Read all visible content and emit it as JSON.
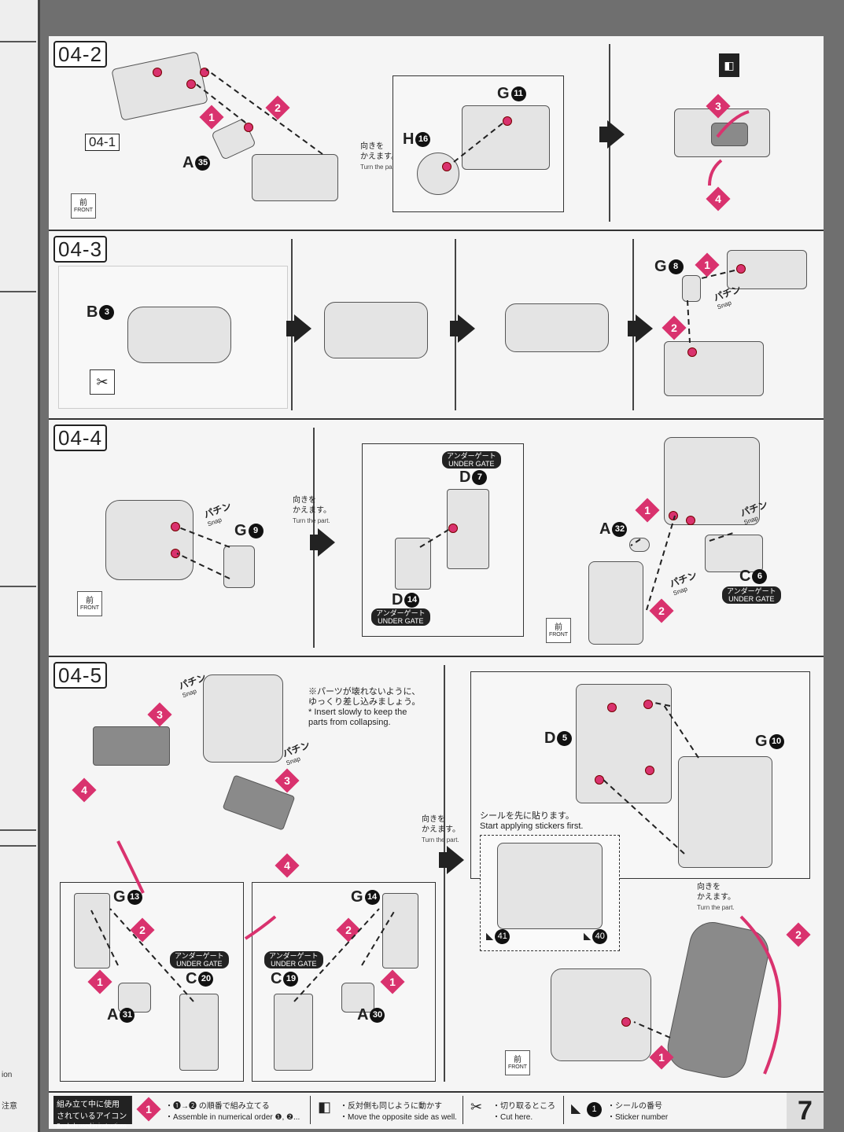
{
  "steps": {
    "s042": {
      "num": "04-2",
      "ref": "04-1",
      "a": "A",
      "a_no": "35",
      "h": "H",
      "h_no": "16",
      "g": "G",
      "g_no": "11",
      "turn_jp": "向きを\nかえます。",
      "turn_en": "Turn the part.",
      "step1": "1",
      "step2": "2",
      "step3": "3",
      "step4": "4",
      "front": "FRONT",
      "front_jp": "前"
    },
    "s043": {
      "num": "04-3",
      "b": "B",
      "b_no": "3",
      "g": "G",
      "g_no": "8",
      "step1": "1",
      "step2": "2",
      "snap_jp": "パチン",
      "snap_en": "Snap"
    },
    "s044": {
      "num": "04-4",
      "g": "G",
      "g_no": "9",
      "d1": "D",
      "d1_no": "7",
      "d2": "D",
      "d2_no": "14",
      "a": "A",
      "a_no": "32",
      "c": "C",
      "c_no": "6",
      "turn_jp": "向きを\nかえます。",
      "turn_en": "Turn the part.",
      "gate_jp": "アンダーゲート",
      "gate_en": "UNDER GATE",
      "snap_jp": "パチン",
      "snap_en": "Snap",
      "step1": "1",
      "step2": "2",
      "front": "FRONT",
      "front_jp": "前"
    },
    "s045": {
      "num": "04-5",
      "note_jp": "※パーツが壊れないように、\nゆっくり差し込みましょう。",
      "note_en": "* Insert slowly to keep the\nparts from collapsing.",
      "snap_jp": "パチン",
      "snap_en": "Snap",
      "g1": "G",
      "g1_no": "13",
      "g2": "G",
      "g2_no": "14",
      "c1": "C",
      "c1_no": "20",
      "c2": "C",
      "c2_no": "19",
      "a1": "A",
      "a1_no": "31",
      "a2": "A",
      "a2_no": "30",
      "d": "D",
      "d_no": "5",
      "g3": "G",
      "g3_no": "10",
      "sticker_jp": "シールを先に貼ります。",
      "sticker_en": "Start applying stickers first.",
      "turn_jp": "向きを\nかえます。",
      "turn_en": "Turn the part.",
      "st1": "41",
      "st2": "40",
      "gate_jp": "アンダーゲート",
      "gate_en": "UNDER GATE",
      "step1": "1",
      "step2": "2",
      "step3": "3",
      "step4": "4",
      "front": "FRONT",
      "front_jp": "前"
    }
  },
  "legend": {
    "title_jp": "組み立て中に使用\nされているアイコン",
    "title_en": "Symbols used in instructions",
    "i1_jp": "・❶→❷ の順番で組み立てる",
    "i1_en": "・Assemble in numerical order ❶, ❷...",
    "i2_jp": "・反対側も同じように動かす",
    "i2_en": "・Move the opposite side as well.",
    "i3_jp": "・切り取るところ",
    "i3_en": "・Cut here.",
    "i4_jp": "・シールの番号",
    "i4_en": "・Sticker number",
    "page": "7"
  },
  "side": {
    "frag1": "ion",
    "frag2": "注意"
  }
}
